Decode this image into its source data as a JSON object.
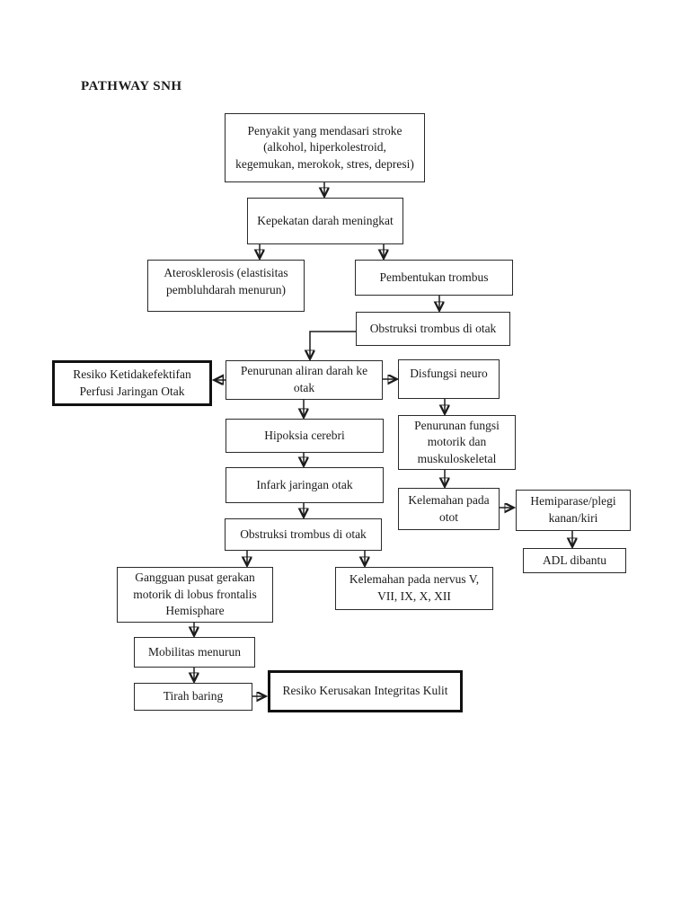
{
  "title": "PATHWAY SNH",
  "diagram": {
    "nodes": {
      "penyakit": {
        "label": "Penyakit yang mendasari stroke (alkohol, hiperkolestroid, kegemukan, merokok, stres, depresi)"
      },
      "kepekatan": {
        "label": "Kepekatan darah meningkat"
      },
      "aterosklerosis": {
        "label": "Aterosklerosis (elastisitas pembluhdarah menurun)"
      },
      "pembentukan": {
        "label": "Pembentukan trombus"
      },
      "obstruksi1": {
        "label": "Obstruksi trombus di otak"
      },
      "resiko_perfusi": {
        "label": "Resiko Ketidakefektifan Perfusi Jaringan Otak"
      },
      "penurunan_aliran": {
        "label": "Penurunan aliran darah ke otak"
      },
      "disfungsi": {
        "label": "Disfungsi neuro"
      },
      "hipoksia": {
        "label": "Hipoksia cerebri"
      },
      "penurunan_fungsi": {
        "label": "Penurunan fungsi motorik dan muskuloskeletal"
      },
      "infark": {
        "label": "Infark jaringan otak"
      },
      "kelemahan_otot": {
        "label": "Kelemahan pada otot"
      },
      "hemiparase": {
        "label": "Hemiparase/plegi kanan/kiri"
      },
      "adl": {
        "label": "ADL dibantu"
      },
      "obstruksi2": {
        "label": "Obstruksi trombus di otak"
      },
      "gangguan": {
        "label": "Gangguan pusat gerakan motorik di lobus frontalis Hemisphare"
      },
      "kelemahan_nervus": {
        "label": "Kelemahan pada nervus V, VII, IX, X, XII"
      },
      "mobilitas": {
        "label": "Mobilitas menurun"
      },
      "tirah": {
        "label": "Tirah baring"
      },
      "resiko_kulit": {
        "label": "Resiko Kerusakan Integritas Kulit"
      }
    }
  }
}
